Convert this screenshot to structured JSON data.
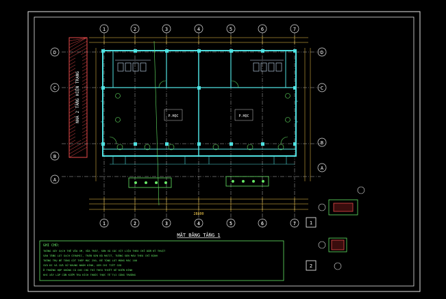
{
  "drawing": {
    "sheet_title": "MẶT BẰNG TẦNG 1",
    "side_label": "NHÀ 2 TẦNG HIỆN TRẠNG",
    "room_label_left": "P.HỌC",
    "room_label_right": "P.HỌC",
    "grid_labels_top": [
      "1",
      "2",
      "3",
      "4",
      "5",
      "6",
      "7"
    ],
    "grid_labels_bottom": [
      "1",
      "2",
      "3",
      "4",
      "5",
      "6",
      "7"
    ],
    "grid_labels_left": [
      "D",
      "C",
      "B",
      "A"
    ],
    "grid_labels_right": [
      "D",
      "C",
      "B",
      "A"
    ],
    "overall_dimension": "28800",
    "section_markers": [
      "1",
      "2"
    ],
    "notes_title": "GHI CHÚ:",
    "notes": [
      "TƯỜNG XÂY GẠCH THẺ VỮA XM, VỮA TRÁT, SƠN VÀ CÁC VẬT LIỆU THEO CHỈ DẪN KỸ THUẬT",
      "SÀN TẦNG LÁT GẠCH CERAMIC, TRẦN SƠN BẢ MATIT, TƯỜNG SƠN MÀU THEO CHỈ ĐỊNH",
      "TƯỜNG TRỤ BÊ TÔNG CỐT THÉP MÁC 250, BÊ TÔNG LÓT MÓNG MÁC 100",
      "CỬA ĐI VÀ CỬA SỔ KHUNG NHÔM KÍNH, XEM CHI TIẾT CỬA",
      "Ở TRƯỜNG HỢP KHÔNG CÓ GHI CHÚ THÌ THEO THIẾT KẾ ĐIỂN HÌNH",
      "KHI XÂY LẮP CẦN KIỂM TRA KÍCH THƯỚC THỰC TẾ TẠI CÔNG TRƯỜNG"
    ],
    "colors": {
      "background": "#000000",
      "wall": "#4fe1e1",
      "grid": "#e6e6e6",
      "annotation": "#66e866",
      "dimension": "#ffd24d",
      "hatch": "#e84a4a",
      "fixture": "#cfe6ff",
      "text": "#ffffff"
    }
  }
}
